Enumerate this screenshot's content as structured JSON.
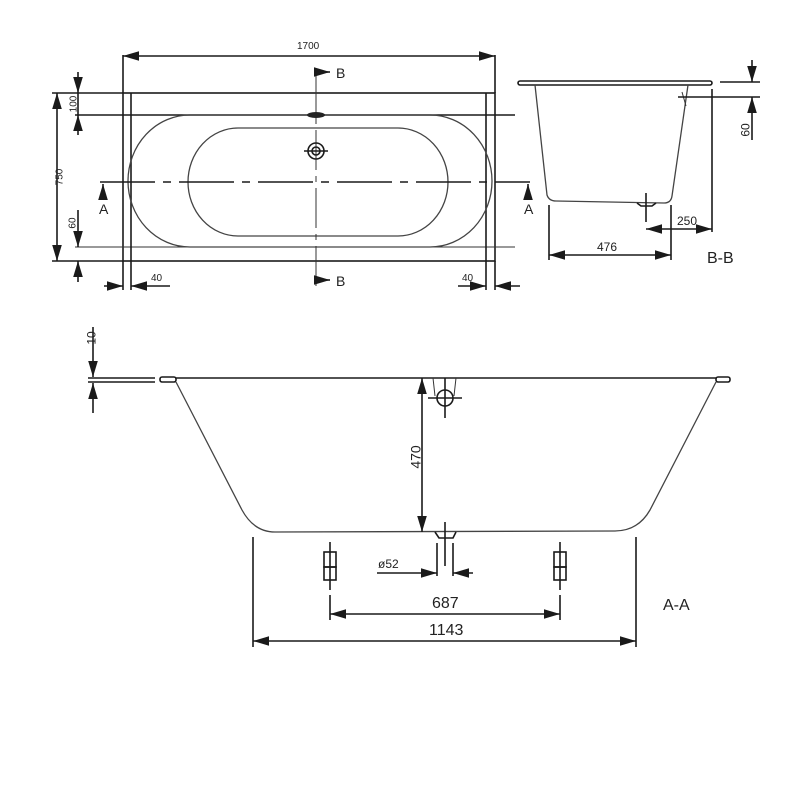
{
  "plan_view": {
    "overall_length": "1700",
    "overall_width": "750",
    "rim_offset_top": "100",
    "rim_offset_bottom": "60",
    "rim_left": "40",
    "rim_right": "40",
    "section_b_top": "B",
    "section_b_bottom": "B",
    "section_a_left": "A",
    "section_a_right": "A"
  },
  "section_bb": {
    "title": "B-B",
    "rim_height": "60",
    "drain_offset": "250",
    "bottom_width": "476"
  },
  "section_aa": {
    "title": "A-A",
    "rim_thickness": "10",
    "depth": "470",
    "drain_diameter": "ø52",
    "feet_spacing": "687",
    "bottom_length": "1143"
  }
}
